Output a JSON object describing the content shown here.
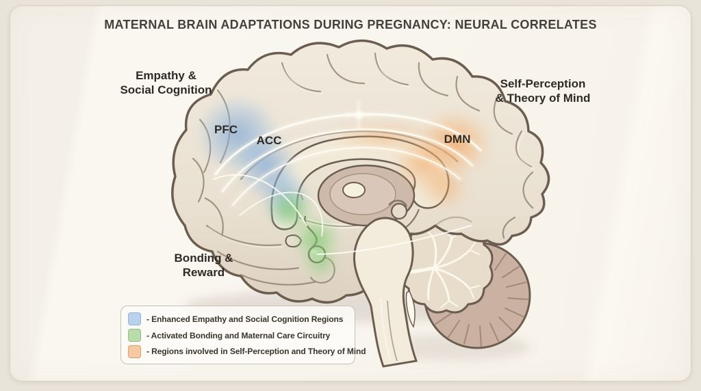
{
  "title": "MATERNAL BRAIN ADAPTATIONS DURING PREGNANCY: NEURAL CORRELATES",
  "labels": {
    "empathy_line1": "Empathy &",
    "empathy_line2": "Social Cognition",
    "pfc": "PFC",
    "acc": "ACC",
    "dmn": "DMN",
    "self_line1": "Self-Perception",
    "self_line2": "& Theory of Mind",
    "bonding_line1": "Bonding &",
    "bonding_line2": "Reward"
  },
  "legend": {
    "items": [
      {
        "label": "- Enhanced Empathy and Social Cognition Regions",
        "swatch_color": "#b8d2ee",
        "swatch_border": "#8fb3d9"
      },
      {
        "label": "- Activated Bonding and Maternal Care Circuitry",
        "swatch_color": "#b9dcab",
        "swatch_border": "#8fbe80"
      },
      {
        "label": "- Regions involved in Self-Perception and Theory of Mind",
        "swatch_color": "#f6c9a2",
        "swatch_border": "#dc9f6c"
      }
    ]
  },
  "colors": {
    "background": "#e9e4d9",
    "card": "#f8f5ee",
    "empathy_blue": "#7fa8d4",
    "bonding_green": "#7cc86f",
    "self_perception_orange": "#f0a060",
    "brain_outline": "#6b5d50",
    "brain_fill": "#ece4d7"
  }
}
